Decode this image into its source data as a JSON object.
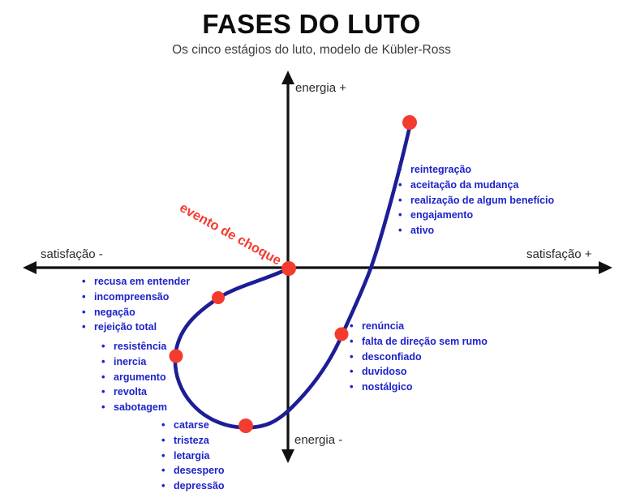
{
  "header": {
    "title": "FASES DO LUTO",
    "subtitle": "Os cinco estágios do luto, modelo de Kübler-Ross"
  },
  "axes": {
    "y_positive_label": "energia +",
    "y_negative_label": "energia -",
    "x_negative_label": "satisfação -",
    "x_positive_label": "satisfação +"
  },
  "shock_event_label": "evento de choque",
  "stages": [
    {
      "id": "denial",
      "items": [
        "recusa em entender",
        "incompreensão",
        "negação",
        "rejeição total"
      ]
    },
    {
      "id": "resistance",
      "items": [
        "resistência",
        "inercia",
        "argumento",
        "revolta",
        "sabotagem"
      ]
    },
    {
      "id": "depression",
      "items": [
        "catarse",
        "tristeza",
        "letargia",
        "desespero",
        "depressão"
      ]
    },
    {
      "id": "bargaining",
      "items": [
        "renúncia",
        "falta de direção sem rumo",
        "desconfiado",
        "duvidoso",
        "nostálgico"
      ]
    },
    {
      "id": "acceptance",
      "items": [
        "reintegração",
        "aceitação da mudança",
        "realização de algum benefício",
        "engajamento",
        "ativo"
      ]
    }
  ],
  "colors": {
    "curve": "#1d1d96",
    "dot": "#f43b30",
    "list_text": "#1d23c8",
    "shock_text": "#f43b30",
    "axis": "#111111"
  }
}
